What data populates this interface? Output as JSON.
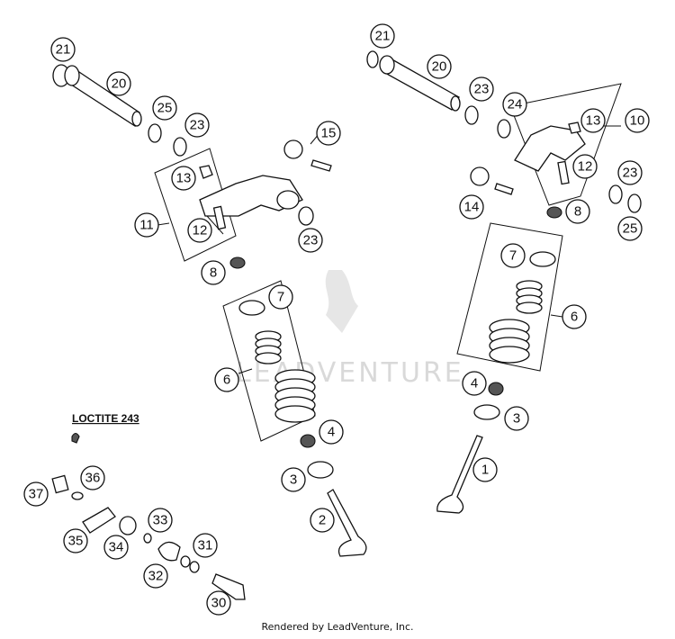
{
  "callouts": {
    "c1": "1",
    "c2": "2",
    "c3a": "3",
    "c3b": "3",
    "c4a": "4",
    "c4b": "4",
    "c6a": "6",
    "c6b": "6",
    "c7a": "7",
    "c7b": "7",
    "c8a": "8",
    "c8b": "8",
    "c10": "10",
    "c11": "11",
    "c12a": "12",
    "c12b": "12",
    "c13a": "13",
    "c13b": "13",
    "c14": "14",
    "c15": "15",
    "c20a": "20",
    "c20b": "20",
    "c21a": "21",
    "c21b": "21",
    "c23a": "23",
    "c23b": "23",
    "c23c": "23",
    "c23d": "23",
    "c24": "24",
    "c25a": "25",
    "c25b": "25",
    "c30": "30",
    "c31": "31",
    "c32": "32",
    "c33": "33",
    "c34": "34",
    "c35": "35",
    "c36": "36",
    "c37": "37"
  },
  "note": "LOCTITE 243",
  "watermark": "LEADVENTURE",
  "footer": "Rendered by LeadVenture, Inc."
}
